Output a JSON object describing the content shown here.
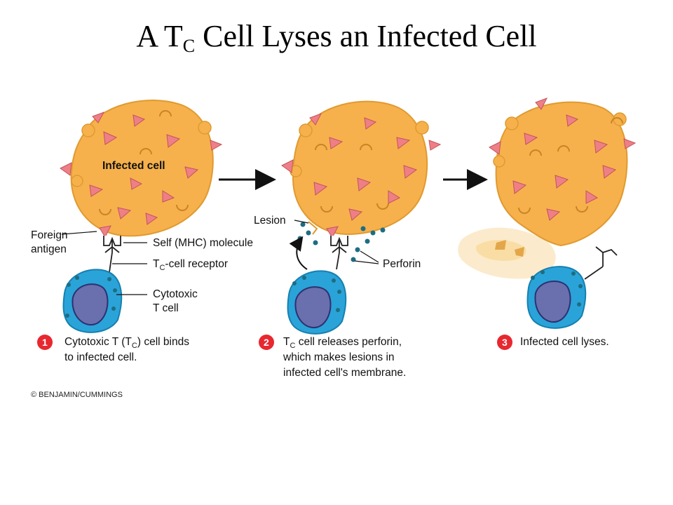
{
  "title": {
    "pre": "A T",
    "sub": "C",
    "post": " Cell Lyses an Infected Cell"
  },
  "labels": {
    "infected_cell": "Infected cell",
    "foreign_antigen_1": "Foreign",
    "foreign_antigen_2": "antigen",
    "self_mhc": "Self (MHC) molecule",
    "tc_receptor_pre": "T",
    "tc_receptor_sub": "C",
    "tc_receptor_post": "-cell receptor",
    "cytotoxic_1": "Cytotoxic",
    "cytotoxic_2": "T cell",
    "lesion": "Lesion",
    "perforin": "Perforin"
  },
  "steps": [
    {
      "number": "1",
      "line1_pre": "Cytotoxic T (T",
      "line1_sub": "C",
      "line1_post": ") cell binds",
      "line2": "to infected cell.",
      "line3": ""
    },
    {
      "number": "2",
      "line1_pre": "T",
      "line1_sub": "C",
      "line1_post": " cell releases perforin,",
      "line2": "which makes lesions in",
      "line3": "infected cell's membrane."
    },
    {
      "number": "3",
      "line1_pre": "Infected cell lyses.",
      "line1_sub": "",
      "line1_post": "",
      "line2": "",
      "line3": ""
    }
  ],
  "credit": "© BENJAMIN/CUMMINGS",
  "colors": {
    "infected_fill": "#f6b14c",
    "infected_edge": "#e09a30",
    "antigen": "#ef7f86",
    "tcell_outer": "#2aa3d8",
    "tcell_nucleus": "#6a6fae",
    "perforin": "#1d6d82",
    "step_badge": "#e8272f"
  }
}
